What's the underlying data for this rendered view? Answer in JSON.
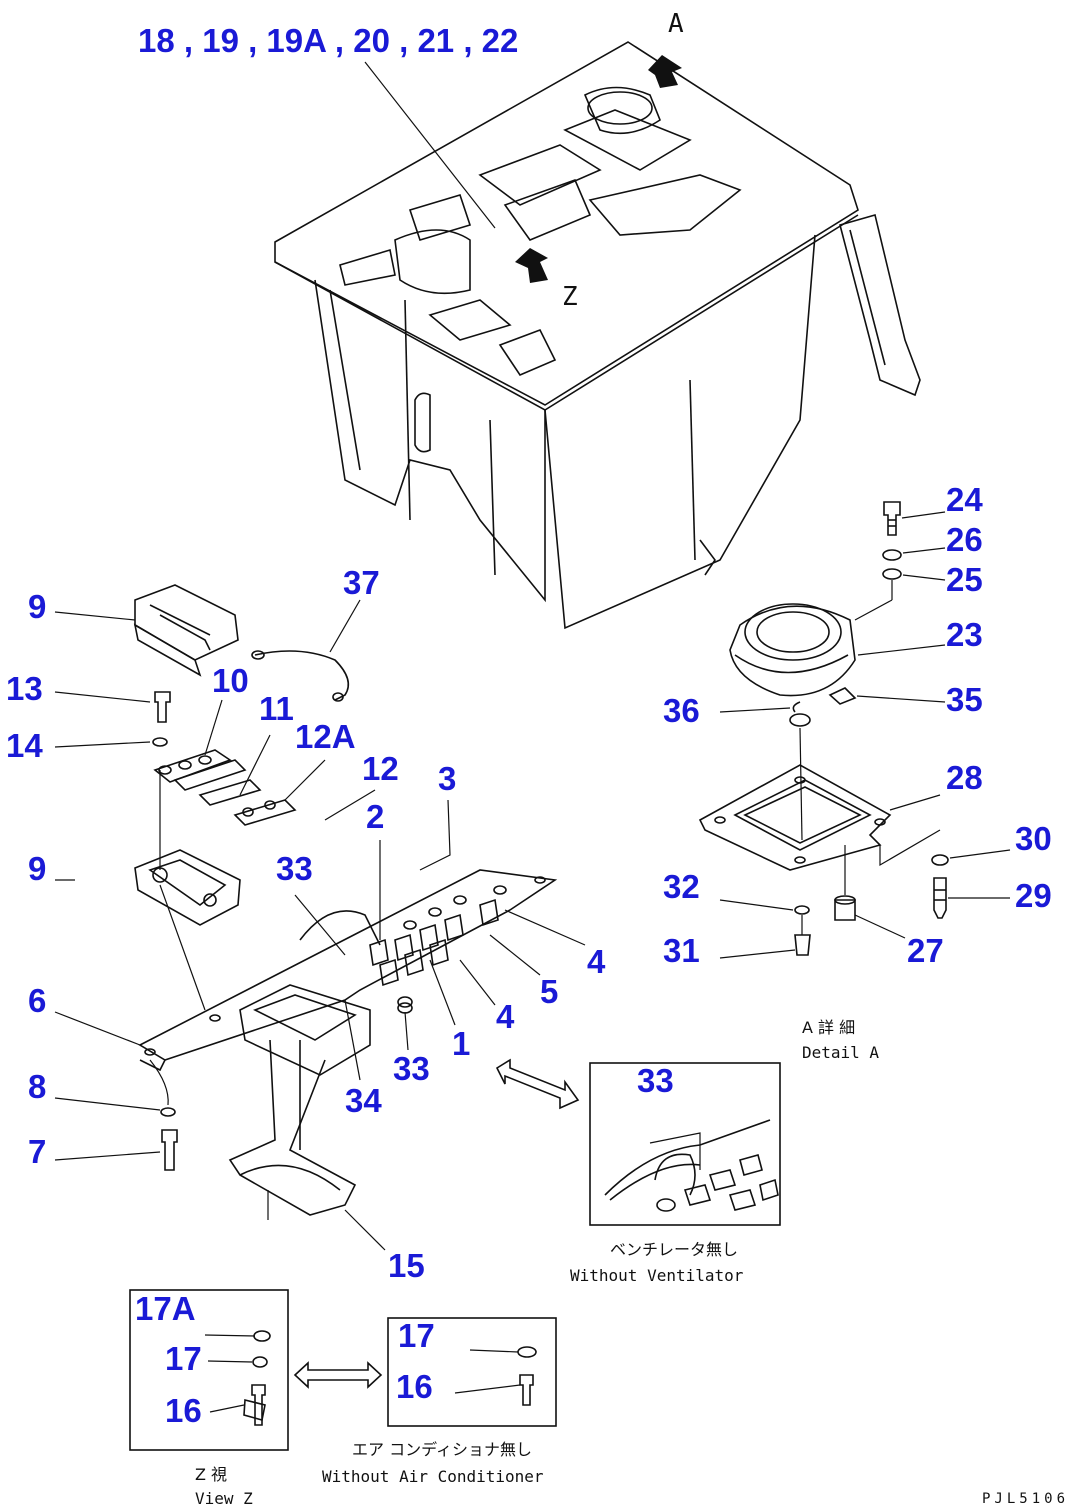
{
  "header_callout": "18 , 19 , 19A , 20 , 21 , 22",
  "view_markers": {
    "a": "A",
    "z": "Z"
  },
  "callouts": {
    "c1": "1",
    "c2": "2",
    "c3": "3",
    "c4a": "4",
    "c4b": "4",
    "c5": "5",
    "c6": "6",
    "c7": "7",
    "c8": "8",
    "c9a": "9",
    "c9b": "9",
    "c10": "10",
    "c11": "11",
    "c12": "12",
    "c12a": "12A",
    "c13": "13",
    "c14": "14",
    "c15": "15",
    "c16a": "16",
    "c16b": "16",
    "c17a": "17",
    "c17b": "17",
    "c17A": "17A",
    "c23": "23",
    "c24": "24",
    "c25": "25",
    "c26": "26",
    "c27": "27",
    "c28": "28",
    "c29": "29",
    "c30": "30",
    "c31": "31",
    "c32": "32",
    "c33a": "33",
    "c33b": "33",
    "c33c": "33",
    "c34": "34",
    "c35": "35",
    "c36": "36",
    "c37": "37"
  },
  "captions": {
    "detail_a_jp": "A 詳 細",
    "detail_a_en": "Detail A",
    "ventilator_jp": "ベンチレータ無し",
    "ventilator_en": "Without Ventilator",
    "aircon_jp": "エア コンディショナ無し",
    "aircon_en": "Without Air Conditioner",
    "view_z_jp": "Z 視",
    "view_z_en": "View Z"
  },
  "drawing_code": "PJL5106"
}
